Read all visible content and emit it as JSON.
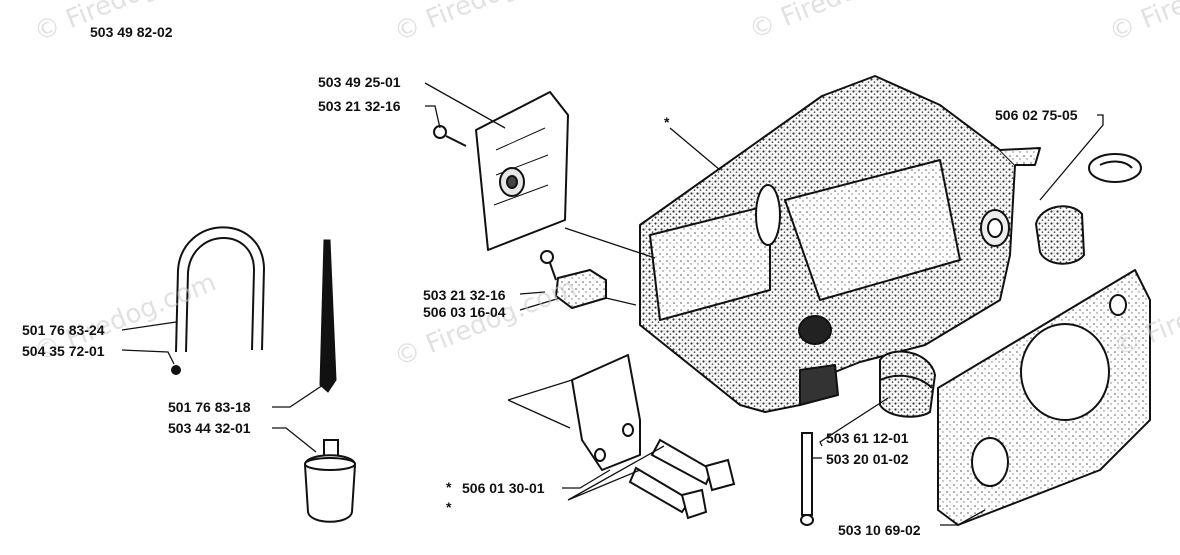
{
  "diagram_title": "503 49 82-02",
  "watermark": "© Firedog.com",
  "asterisk": "*",
  "labels": {
    "p_503_49_25_01": "503 49 25-01",
    "p_503_21_32_16_a": "503 21 32-16",
    "p_506_02_75_05": "506 02 75-05",
    "p_503_21_32_16_b": "503 21 32-16",
    "p_506_03_16_04": "506 03 16-04",
    "p_501_76_83_24": "501 76 83-24",
    "p_504_35_72_01": "504 35 72-01",
    "p_501_76_83_18": "501 76 83-18",
    "p_503_44_32_01": "503 44 32-01",
    "p_503_61_12_01": "503 61 12-01",
    "p_503_20_01_02": "503 20 01-02",
    "p_506_01_30_01": "506 01 30-01",
    "p_503_10_69_02": "503 10 69-02"
  },
  "colors": {
    "ink": "#111111",
    "shade": "#8a8a8a",
    "watermark": "#c9c9c9"
  }
}
